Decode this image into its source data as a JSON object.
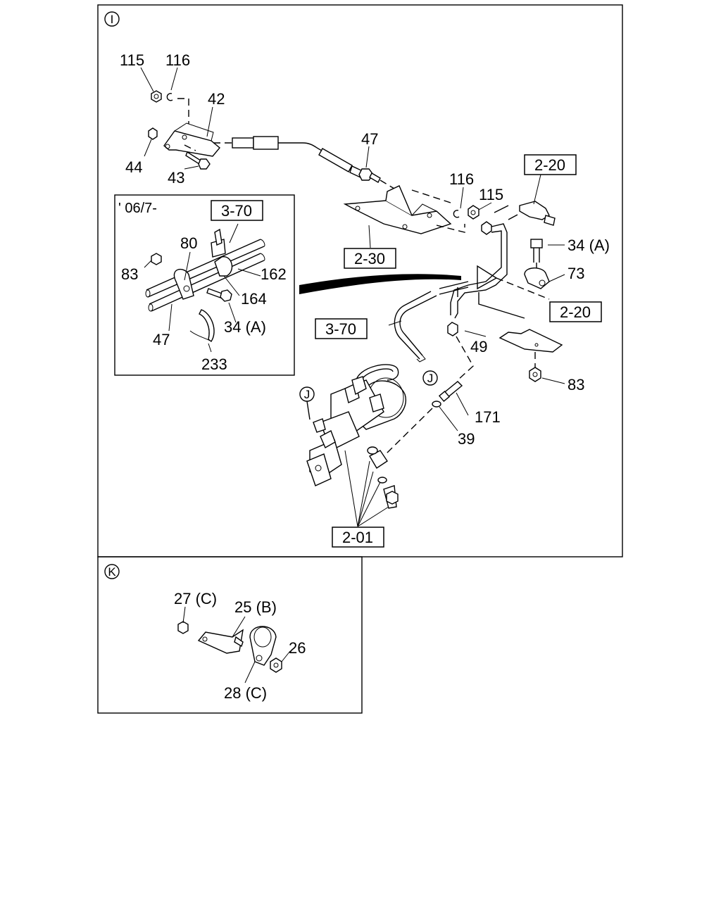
{
  "sections": {
    "I": {
      "marker": "I"
    },
    "K": {
      "marker": "K"
    }
  },
  "inset": {
    "date_label": "' 06/7-"
  },
  "refs": {
    "r_2_20_top": "2-20",
    "r_2_30": "2-30",
    "r_2_20_right": "2-20",
    "r_3_70_main": "3-70",
    "r_3_70_inset": "3-70",
    "r_2_01": "2-01"
  },
  "connectors": {
    "j1": "J",
    "j2": "J"
  },
  "parts": {
    "p115a": "115",
    "p116a": "116",
    "p42": "42",
    "p44": "44",
    "p43": "43",
    "p47a": "47",
    "p116b": "116",
    "p115b": "115",
    "p34a": "34 (A)",
    "p73": "73",
    "p49": "49",
    "p83a": "83",
    "p171": "171",
    "p39": "39",
    "i80": "80",
    "i83": "83",
    "i162": "162",
    "i164": "164",
    "i34a": "34 (A)",
    "i47": "47",
    "i233": "233",
    "k27c": "27 (C)",
    "k25b": "25 (B)",
    "k26": "26",
    "k28c": "28 (C)"
  }
}
